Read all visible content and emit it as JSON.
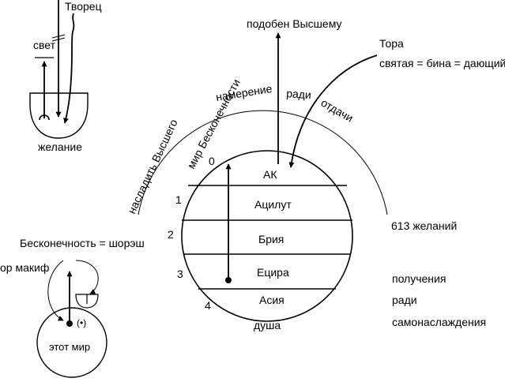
{
  "top_left": {
    "creator": "Творец",
    "light": "свет",
    "desire": "желание"
  },
  "bottom_left": {
    "infinity_eq": "Бесконечность = шорэш",
    "or_makif": "ор макиф",
    "this_world": "этот мир",
    "point_mark": "(•)"
  },
  "main": {
    "like_higher": "подобен Высшему",
    "torah": "Тора",
    "holy_eq": "святая  = бина = дающий",
    "intention": "намерение",
    "for_sake": "ради",
    "giving": "отдачи",
    "delight_higher": "насладить Высшего",
    "world_infinity": "мир Бесконечности",
    "desires_613": "613 желаний",
    "soul": "душа",
    "layers": [
      {
        "num": "0",
        "name": "АК"
      },
      {
        "num": "1",
        "name": "Ацилут"
      },
      {
        "num": "2",
        "name": "Брия"
      },
      {
        "num": "3",
        "name": "Ецира"
      },
      {
        "num": "4",
        "name": "Асия"
      }
    ]
  },
  "right_lower": {
    "line1": "получения",
    "line2": "ради",
    "line3": "самонаслаждения"
  }
}
